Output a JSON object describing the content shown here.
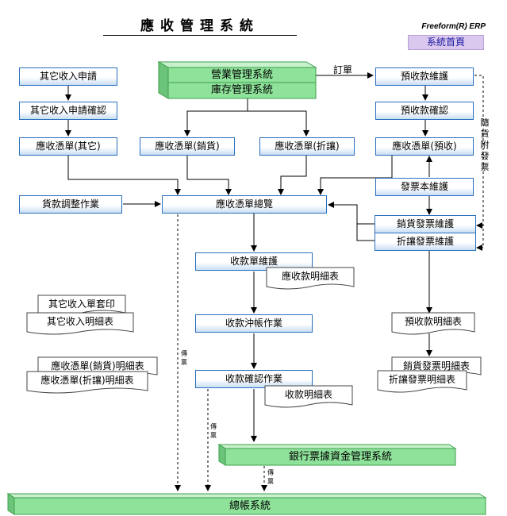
{
  "title": "應收管理系統",
  "brand": "Freeform(R) ERP",
  "home_button": "系統首頁",
  "systems": {
    "sales_mgmt": "營業管理系統",
    "inventory_mgmt": "庫存管理系統",
    "bank_notes_funds": "銀行票據資金管理系統",
    "general_ledger": "總帳系統"
  },
  "nodes": {
    "other_income_apply": "其它收入申請",
    "other_income_confirm": "其它收入申請確認",
    "ar_voucher_other": "應收憑單(其它)",
    "ar_voucher_sales": "應收憑單(銷貨)",
    "ar_voucher_discount": "應收憑單(折讓)",
    "ar_voucher_prepaid": "應收憑單(預收)",
    "prepaid_maint": "預收款維護",
    "prepaid_confirm": "預收款確認",
    "invoice_book_maint": "發票本維護",
    "payment_adjust": "貨款調整作業",
    "ar_voucher_overview": "應收憑單總覽",
    "sales_invoice_maint": "銷貨發票維護",
    "discount_invoice_maint": "折讓發票維護",
    "receipt_maint": "收款單維護",
    "receipt_offset": "收款沖帳作業",
    "receipt_confirm": "收款確認作業"
  },
  "documents": {
    "ar_receipt_detail": "應收款明細表",
    "other_income_print": "其它收入單套印",
    "other_income_detail": "其它收入明細表",
    "prepaid_detail": "預收款明細表",
    "ar_voucher_sales_detail": "應收憑單(銷貨)明細表",
    "ar_voucher_discount_detail": "應收憑單(折讓)明細表",
    "sales_invoice_detail": "銷貨發票明細表",
    "discount_invoice_detail": "折讓發票明細表",
    "receipt_detail": "收款明細表"
  },
  "edge_labels": {
    "order": "訂單",
    "with_goods_invoice": "隨貨附發票",
    "transfer_1": "傳票",
    "transfer_2": "傳票",
    "transfer_3": "傳票"
  },
  "colors": {
    "node_border": "#2a6fbf",
    "node_fill": "#c9def4",
    "system_green": "#8ee29a",
    "system_dark": "#3e9f4c",
    "home_button": "#dbc8ee"
  }
}
